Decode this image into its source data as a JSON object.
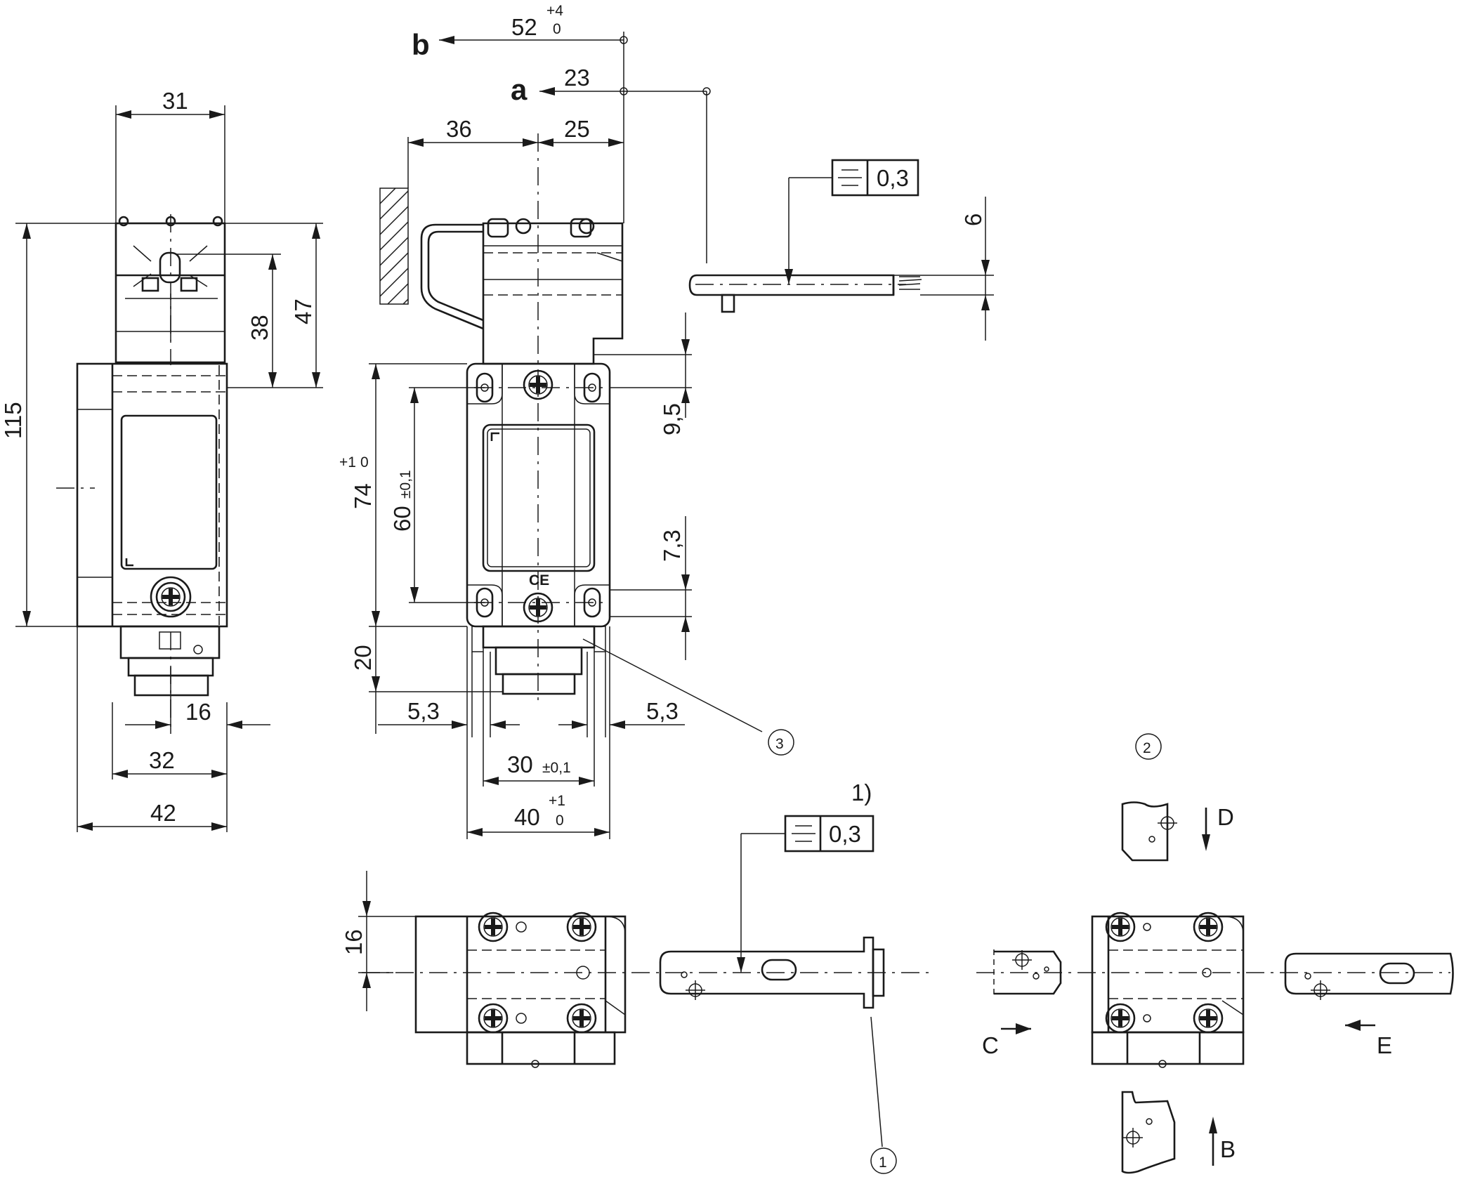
{
  "dimensions": {
    "d31": "31",
    "d115": "115",
    "d38": "38",
    "d47": "47",
    "d16_bottom": "16",
    "d32": "32",
    "d42": "42",
    "d52": "52",
    "d52_tol_plus": "+4",
    "d52_tol_minus": "0",
    "d23": "23",
    "d36": "36",
    "d25": "25",
    "d6": "6",
    "d9_5": "9,5",
    "d7_3": "7,3",
    "d74": "74",
    "d74_tol_plus": "+1",
    "d74_tol_minus": "0",
    "d60": "60",
    "d60_tol": "±0,1",
    "d20": "20",
    "d5_3_left": "5,3",
    "d5_3_right": "5,3",
    "d30": "30",
    "d30_tol": "±0,1",
    "d40": "40",
    "d40_tol_plus": "+1",
    "d40_tol_minus": "0",
    "d16_side": "16"
  },
  "tolerances": {
    "flatness_top": "0,3",
    "flatness_bottom": "0,3"
  },
  "labels": {
    "a": "a",
    "b": "b",
    "footnote": "1)",
    "dir_b": "B",
    "dir_c": "C",
    "dir_d": "D",
    "dir_e": "E",
    "callout_1": "1",
    "callout_2": "2",
    "callout_3": "3",
    "ce_mark": "CE"
  }
}
